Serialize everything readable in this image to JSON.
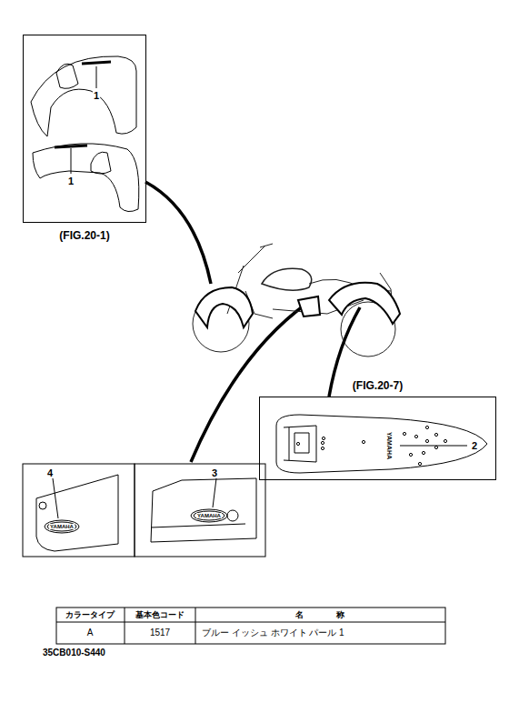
{
  "diagram": {
    "nodes": [
      {
        "text": [
          "(FIG.20-1)"
        ]
      },
      {
        "text": [
          "(FIG.20-7)"
        ]
      }
    ],
    "labels": [
      "1",
      "1",
      "2",
      "YAMAHA",
      "4",
      "YAMAHA",
      "3",
      "YAMAHA",
      "カラータイプ",
      "基本色コード",
      "名　　　　称",
      "A",
      "1517",
      "ブルー イッシュ ホワイト パール 1",
      "35CB010-S440"
    ]
  }
}
